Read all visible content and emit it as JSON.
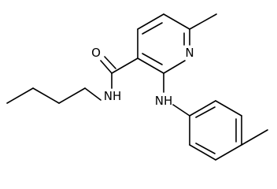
{
  "molecule": {
    "atoms": {
      "oxygen": "O",
      "nitrogen_ring": "N",
      "nitrogen_amide": "NH",
      "nitrogen_amine": "NH"
    }
  },
  "colors": {
    "bond": "#000000",
    "text": "#000000",
    "background": "#ffffff"
  }
}
